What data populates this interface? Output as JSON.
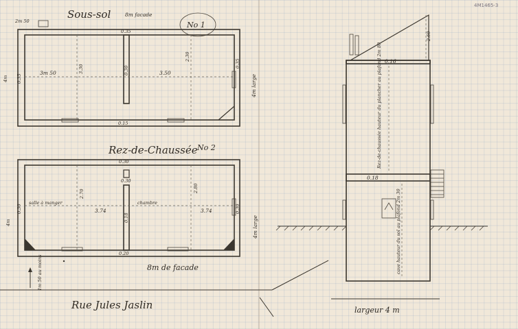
{
  "archive_ref": "4M1465-3",
  "plan1": {
    "title": "Sous-sol",
    "badge": "No 1",
    "facade": "8m facade",
    "height_note": "2m 50",
    "top_dim": "0.35",
    "bottom_dim": "0.15",
    "left_dim": "0.35",
    "right_dim": "0.35",
    "left_outer": "4m",
    "width_left": "3m 50",
    "width_right": "3.50",
    "mark_a": "3.30",
    "mark_b": "0.30",
    "mark_c": "2.30",
    "side_label": "4m large"
  },
  "plan2": {
    "title": "Rez-de-Chaussée",
    "badge": "No 2",
    "top_dim": "0.30",
    "top_dim2": "0.30",
    "bottom_dim": "0.20",
    "left_dim": "0.30",
    "right_dim": "0.30",
    "left_outer": "4m",
    "room_left": "salle à manger",
    "room_right": "chambre",
    "width_left": "3.74",
    "width_right": "3.74",
    "mark_a": "2.70",
    "mark_b": "0.18",
    "mark_c": "2.80",
    "side_label": "4m large",
    "facade": "8m de facade"
  },
  "street": {
    "name": "Rue Jules Jaslin",
    "retreat": "1m 50 au moins"
  },
  "section": {
    "top_dim": "0.16",
    "mid_dim": "0.18",
    "roof_height": "2.60",
    "upper_note": "Rez-de-chaussée hauteur du plancher au plafond  2m 80",
    "lower_note": "cave hauteur du sol au plafond  2m 30",
    "width_label": "largeur 4 m"
  }
}
